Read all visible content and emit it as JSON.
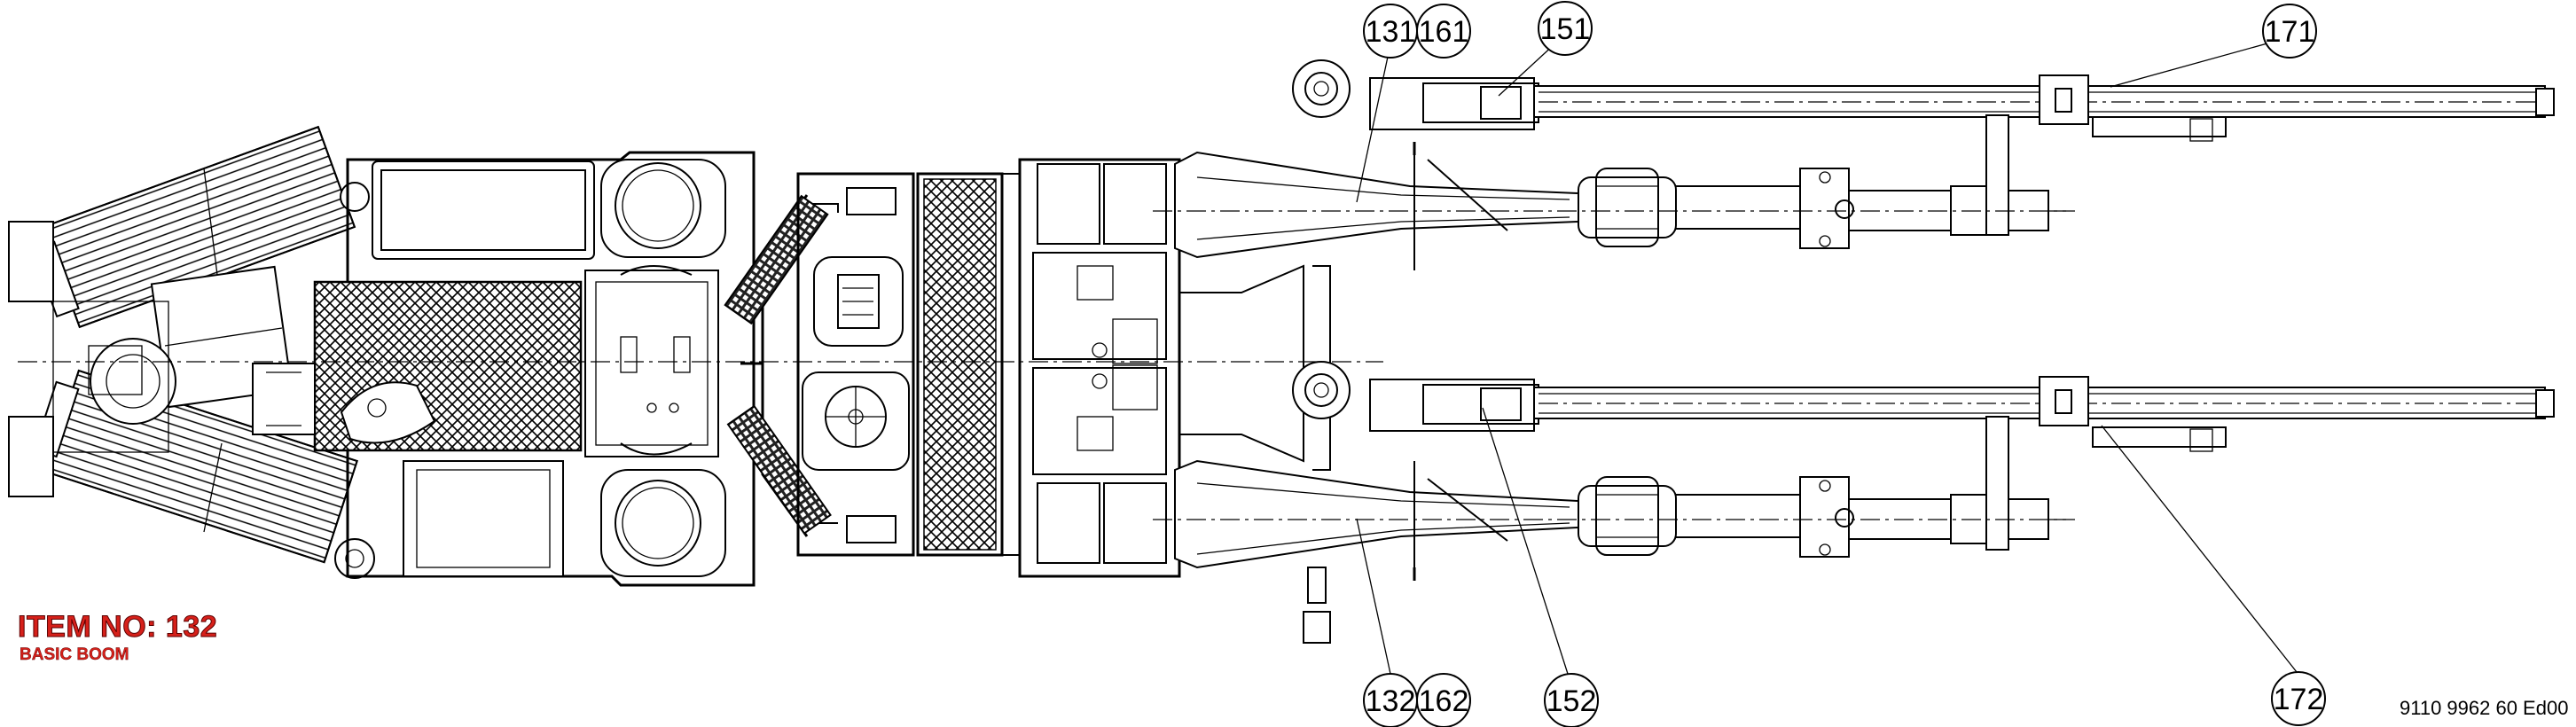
{
  "item_label": "ITEM NO: 132",
  "item_subtitle": "BASIC BOOM",
  "document_number": "9110 9962 60 Ed00",
  "callouts": {
    "c131": "131",
    "c161": "161",
    "c151": "151",
    "c171": "171",
    "c132": "132",
    "c162": "162",
    "c152": "152",
    "c172": "172"
  },
  "colors": {
    "item_label": "#d6201a",
    "line": "#000000",
    "background": "#ffffff"
  }
}
